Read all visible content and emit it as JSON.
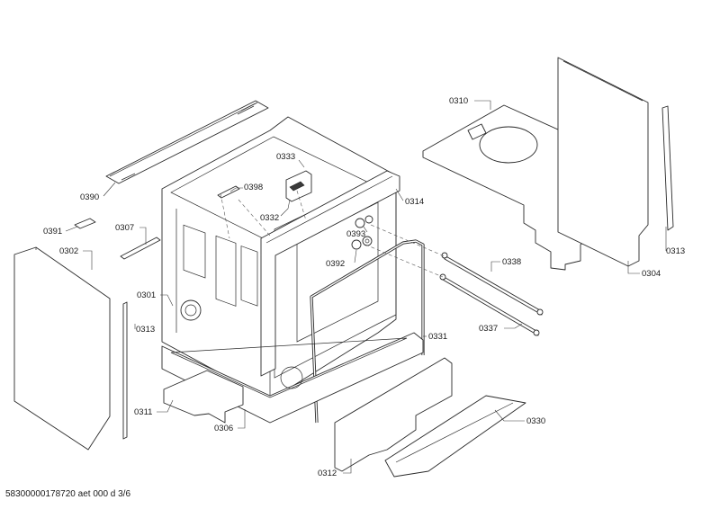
{
  "labels": {
    "p0310": "0310",
    "p0333": "0333",
    "p0398": "0398",
    "p0314": "0314",
    "p0390": "0390",
    "p0332": "0332",
    "p0307": "0307",
    "p0391": "0391",
    "p0302": "0302",
    "p0393": "0393",
    "p0392": "0392",
    "p0338": "0338",
    "p0313a": "0313",
    "p0304": "0304",
    "p0301": "0301",
    "p0313b": "0313",
    "p0337": "0337",
    "p0331": "0331",
    "p0311": "0311",
    "p0306": "0306",
    "p0330": "0330",
    "p0312": "0312"
  },
  "footer": "58300000178720 aet 000 d 3/6"
}
